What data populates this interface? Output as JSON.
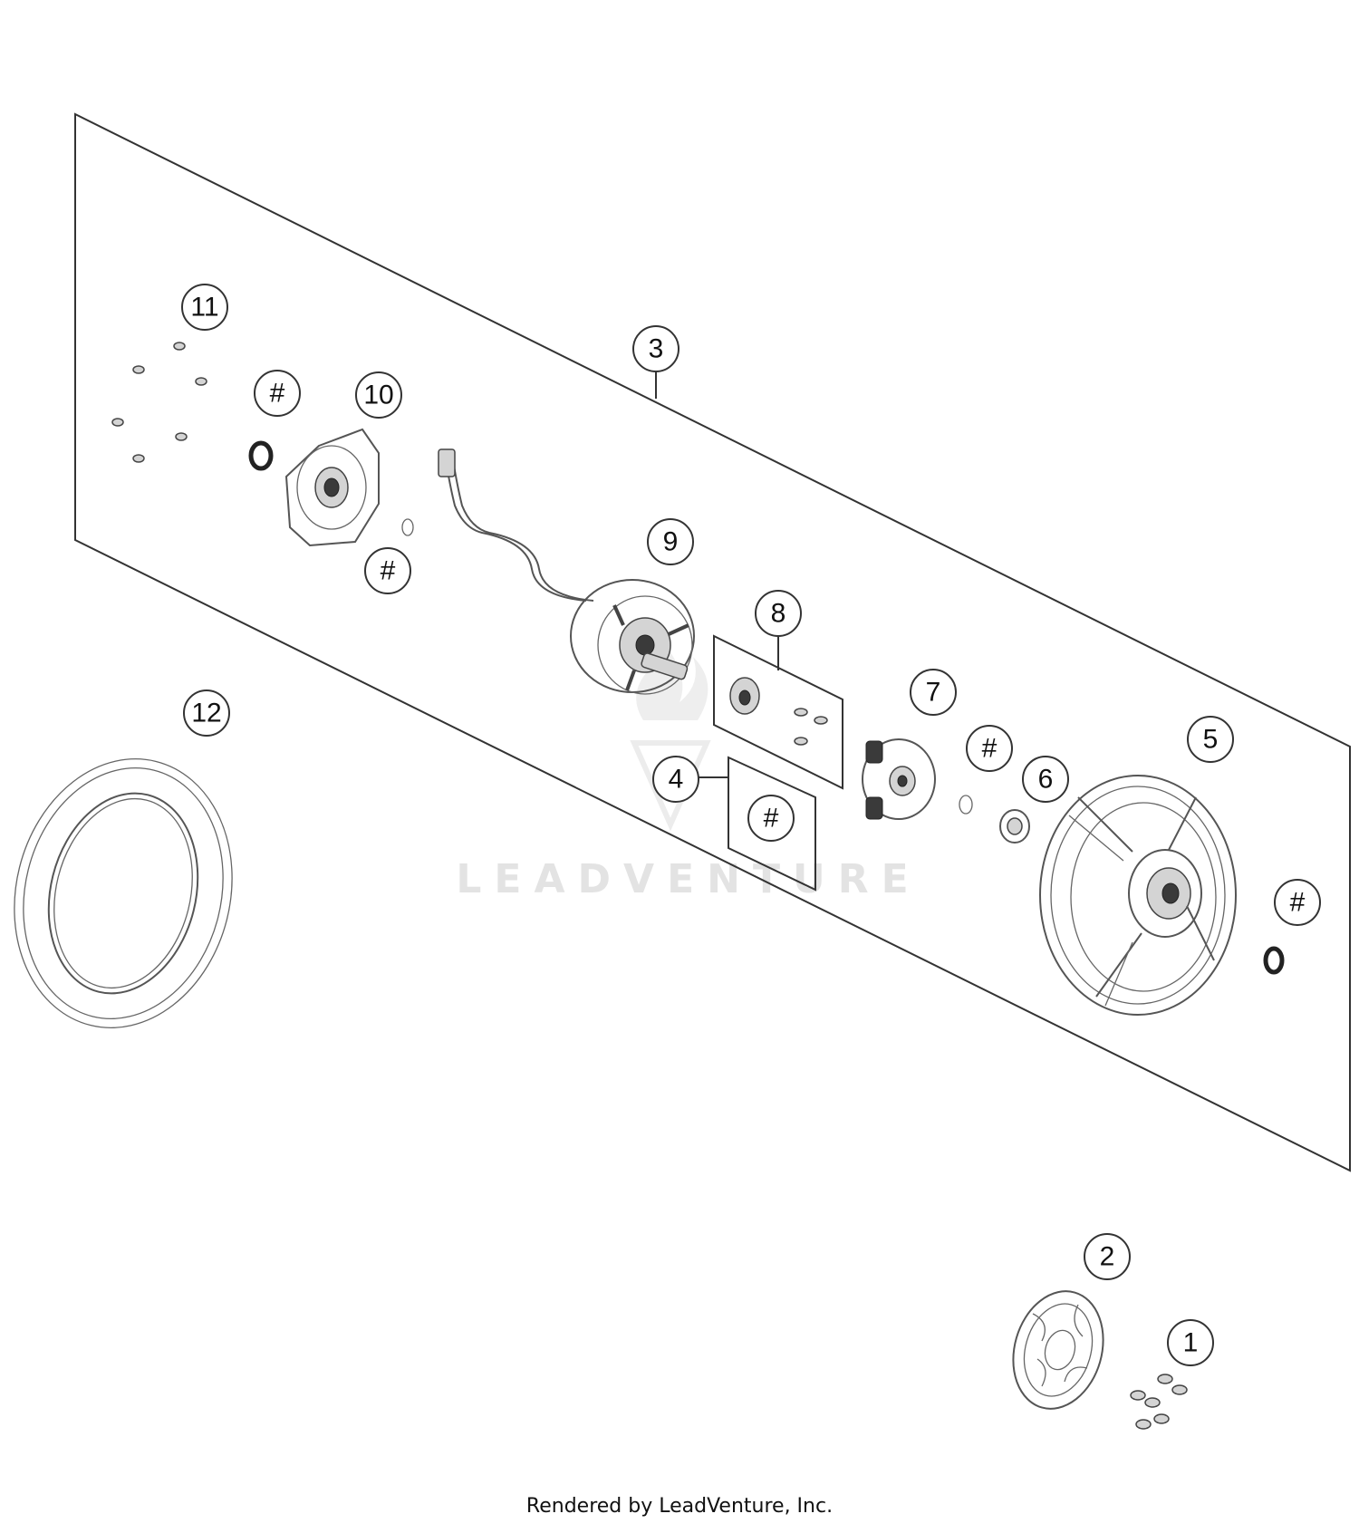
{
  "callouts": {
    "c1": "1",
    "c2": "2",
    "c3": "3",
    "c4": "4",
    "c5": "5",
    "c6": "6",
    "c7": "7",
    "c8": "8",
    "c9": "9",
    "c10": "10",
    "c11": "11",
    "c12": "12",
    "h1": "#",
    "h2": "#",
    "h3": "#",
    "h4": "#",
    "h5": "#"
  },
  "watermark": "LEADVENTURE",
  "footer": "Rendered by LeadVenture, Inc."
}
